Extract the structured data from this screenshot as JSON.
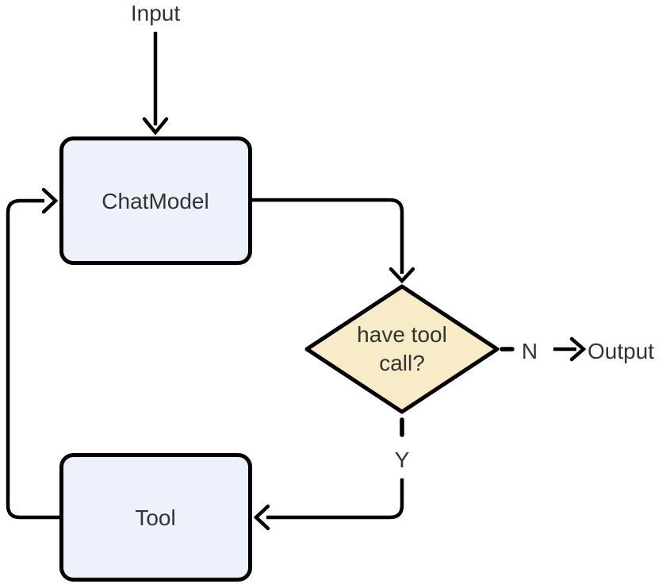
{
  "diagram": {
    "type": "flowchart",
    "direction": "top-down with feedback loop",
    "nodes": [
      {
        "id": "input",
        "label": "Input",
        "shape": "text"
      },
      {
        "id": "chatmodel",
        "label": "ChatModel",
        "shape": "rounded-rect",
        "fill": "#EDF1FB"
      },
      {
        "id": "decision",
        "label": "have tool call?",
        "label_lines": [
          "have tool",
          "call?"
        ],
        "shape": "diamond",
        "fill": "#F8ECC8"
      },
      {
        "id": "tool",
        "label": "Tool",
        "shape": "rounded-rect",
        "fill": "#EDF1FB"
      },
      {
        "id": "output",
        "label": "Output",
        "shape": "text"
      }
    ],
    "edges": [
      {
        "from": "input",
        "to": "chatmodel",
        "style": "solid",
        "label": ""
      },
      {
        "from": "chatmodel",
        "to": "decision",
        "style": "solid",
        "label": ""
      },
      {
        "from": "decision",
        "to": "output",
        "style": "dashed",
        "label": "N"
      },
      {
        "from": "decision",
        "to": "tool",
        "style": "dashed",
        "label": "Y"
      },
      {
        "from": "tool",
        "to": "chatmodel",
        "style": "solid",
        "label": ""
      }
    ],
    "colors": {
      "background": "#ffffff",
      "node_fill": "#EDF1FB",
      "decision_fill": "#F8ECC8",
      "stroke": "#000000",
      "text": "#333333"
    }
  }
}
